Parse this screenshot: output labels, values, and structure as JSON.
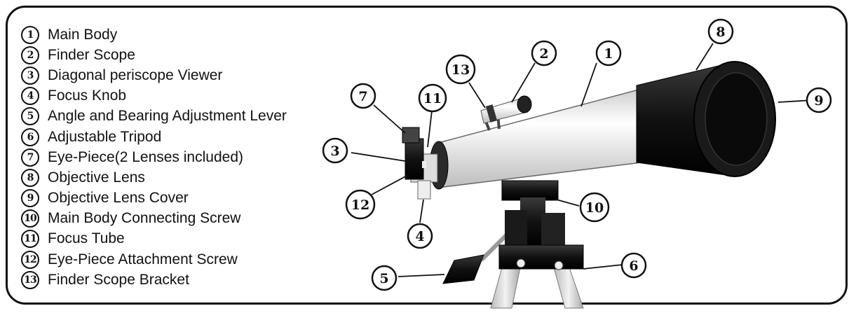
{
  "legend": [
    {
      "num": "1",
      "label": "Main Body"
    },
    {
      "num": "2",
      "label": "Finder Scope"
    },
    {
      "num": "3",
      "label": "Diagonal periscope Viewer"
    },
    {
      "num": "4",
      "label": "Focus Knob"
    },
    {
      "num": "5",
      "label": "Angle and Bearing Adjustment Lever"
    },
    {
      "num": "6",
      "label": "Adjustable Tripod"
    },
    {
      "num": "7",
      "label": "Eye-Piece(2 Lenses included)"
    },
    {
      "num": "8",
      "label": "Objective Lens"
    },
    {
      "num": "9",
      "label": "Objective Lens Cover"
    },
    {
      "num": "10",
      "label": "Main Body Connecting Screw"
    },
    {
      "num": "11",
      "label": "Focus Tube"
    },
    {
      "num": "12",
      "label": "Eye-Piece Attachment Screw"
    },
    {
      "num": "13",
      "label": "Finder Scope Bracket"
    }
  ],
  "callouts": {
    "c1": "1",
    "c2": "2",
    "c3": "3",
    "c4": "4",
    "c5": "5",
    "c6": "6",
    "c7": "7",
    "c8": "8",
    "c9": "9",
    "c10": "10",
    "c11": "11",
    "c12": "12",
    "c13": "13"
  }
}
